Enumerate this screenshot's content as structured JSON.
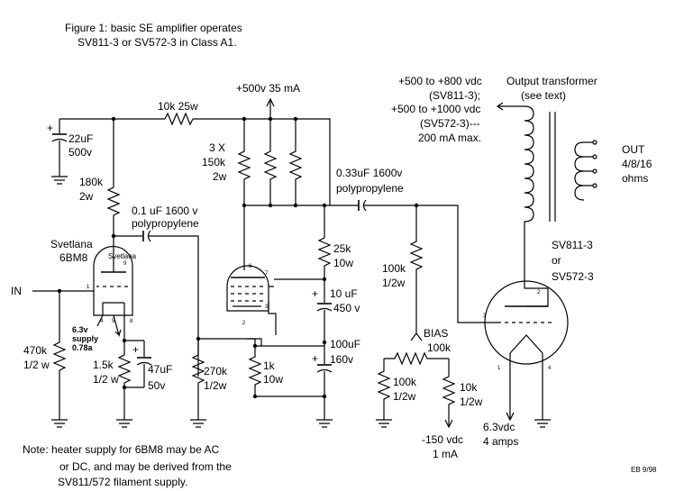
{
  "title": {
    "line1": "Figure 1: basic SE amplifier operates",
    "line2": "SV811-3 or SV572-3 in Class A1."
  },
  "supply": {
    "b_plus": "+500v 35 mA",
    "out_l1": "+500 to +800 vdc",
    "out_l2": "(SV811-3);",
    "out_l3": "+500 to +1000 vdc",
    "out_l4": "(SV572-3)---",
    "out_l5": "200 mA max."
  },
  "transformer": {
    "l1": "Output transformer",
    "l2": "(see text)",
    "out_l1": "OUT",
    "out_l2": "4/8/16",
    "out_l3": "ohms"
  },
  "components": {
    "c22_l1": "22uF",
    "c22_l2": "500v",
    "r10k_25w": "10k 25w",
    "r180k_l1": "180k",
    "r180k_l2": "2w",
    "r3x_l1": "3 X",
    "r3x_l2": "150k",
    "r3x_l3": "2w",
    "c033_l1": "0.33uF 1600v",
    "c033_l2": "polypropylene",
    "c01_l1": "0.1 uF 1600 v",
    "c01_l2": "polypropylene",
    "tube1_l1": "Svetlana",
    "tube1_l2": "6BM8",
    "r25k_l1": "25k",
    "r25k_l2": "10w",
    "c10_l1": "10 uF",
    "c10_l2": "450 v",
    "r100k_l1": "100k",
    "r100k_l2": "1/2w",
    "tube2_l1": "SV811-3",
    "tube2_l2": "or",
    "tube2_l3": "SV572-3",
    "in_label": "IN",
    "heater_l1": "6.3v",
    "heater_l2": "supply",
    "heater_l3": "0.78a",
    "r470k_l1": "470k",
    "r470k_l2": "1/2 w",
    "r15k_l1": "1.5k",
    "r15k_l2": "1/2 w",
    "c47_l1": "47uF",
    "c47_l2": "50v",
    "r270k_l1": "270k",
    "r270k_l2": "1/2w",
    "r1k_l1": "1k",
    "r1k_l2": "10w",
    "c100_l1": "100uF",
    "c100_l2": "160v",
    "bias_l1": "BIAS",
    "bias_l2": "100k",
    "rb100k_l1": "100k",
    "rb100k_l2": "1/2w",
    "r10k_l1": "10k",
    "r10k_l2": "1/2w",
    "neg_l1": "-150 vdc",
    "neg_l2": "1 mA",
    "fil_l1": "6.3vdc",
    "fil_l2": "4 amps"
  },
  "pins": {
    "p9": "9",
    "p1": "1",
    "p4": "4",
    "p5": "5",
    "p8": "8",
    "p6": "6",
    "p7": "7",
    "p2": "2",
    "p3": "3",
    "v3": "3",
    "v2": "2",
    "v1": "1",
    "v4": "4"
  },
  "note": {
    "l1": "Note: heater supply for 6BM8 may be AC",
    "l2": "or DC, and may be derived from the",
    "l3": "SV811/572 filament supply."
  },
  "signature": "EB 9/98"
}
